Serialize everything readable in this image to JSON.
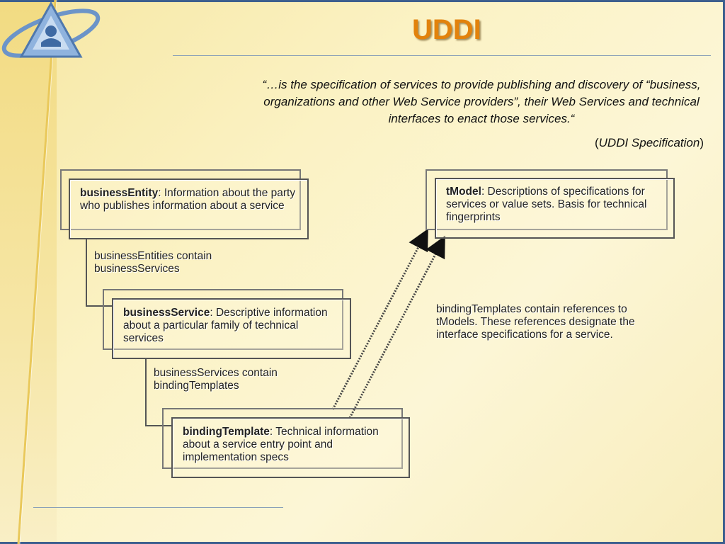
{
  "slide": {
    "title": "UDDI",
    "quote": "“…is the specification of services to provide publishing and discovery of “business, organizations and other Web Service providers”, their Web Services and technical interfaces to enact those services.“",
    "source": {
      "open": "(",
      "name": "UDDI Specification",
      "close": ")"
    }
  },
  "diagram": {
    "business_entity": {
      "term": "businessEntity",
      "desc": ": Information about the party who publishes information about a service"
    },
    "business_service": {
      "term": "businessService",
      "desc": ": Descriptive information about a particular family of technical services"
    },
    "binding_template": {
      "term": "bindingTemplate",
      "desc": ": Technical information about a service entry point and implementation specs"
    },
    "tmodel": {
      "term": "tModel",
      "desc": ": Descriptions of specifications for services or value sets. Basis for technical fingerprints"
    },
    "labels": {
      "entities_contain_services": "businessEntities contain businessServices",
      "services_contain_templates": "businessServices contain bindingTemplates",
      "templates_reference_tmodels": "bindingTemplates contain references to tModels. These references designate the interface specifications for a service."
    }
  }
}
